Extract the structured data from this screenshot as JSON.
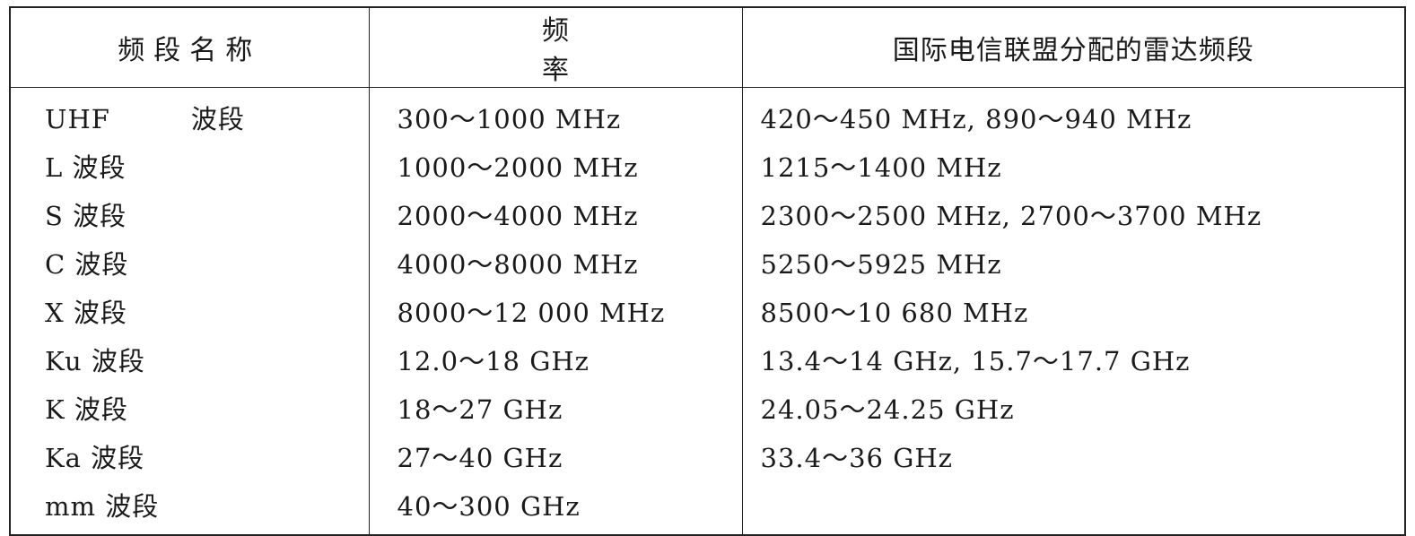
{
  "table": {
    "headers": [
      "频段名称",
      "频　　率",
      "国际电信联盟分配的雷达频段"
    ],
    "rows": [
      [
        "UHF　　　波段",
        "300～1000 MHz",
        "420～450 MHz, 890～940 MHz"
      ],
      [
        "L 波段",
        "1000～2000 MHz",
        "1215～1400 MHz"
      ],
      [
        "S 波段",
        "2000～4000 MHz",
        "2300～2500 MHz, 2700～3700 MHz"
      ],
      [
        "C 波段",
        "4000～8000 MHz",
        "5250～5925 MHz"
      ],
      [
        "X 波段",
        "8000～12 000 MHz",
        "8500～10 680 MHz"
      ],
      [
        "Ku 波段",
        "12.0～18 GHz",
        "13.4～14 GHz, 15.7～17.7 GHz"
      ],
      [
        "K 波段",
        "18～27 GHz",
        "24.05～24.25 GHz"
      ],
      [
        "Ka 波段",
        "27～40 GHz",
        "33.4～36 GHz"
      ],
      [
        "mm 波段",
        "40～300 GHz",
        ""
      ]
    ]
  }
}
